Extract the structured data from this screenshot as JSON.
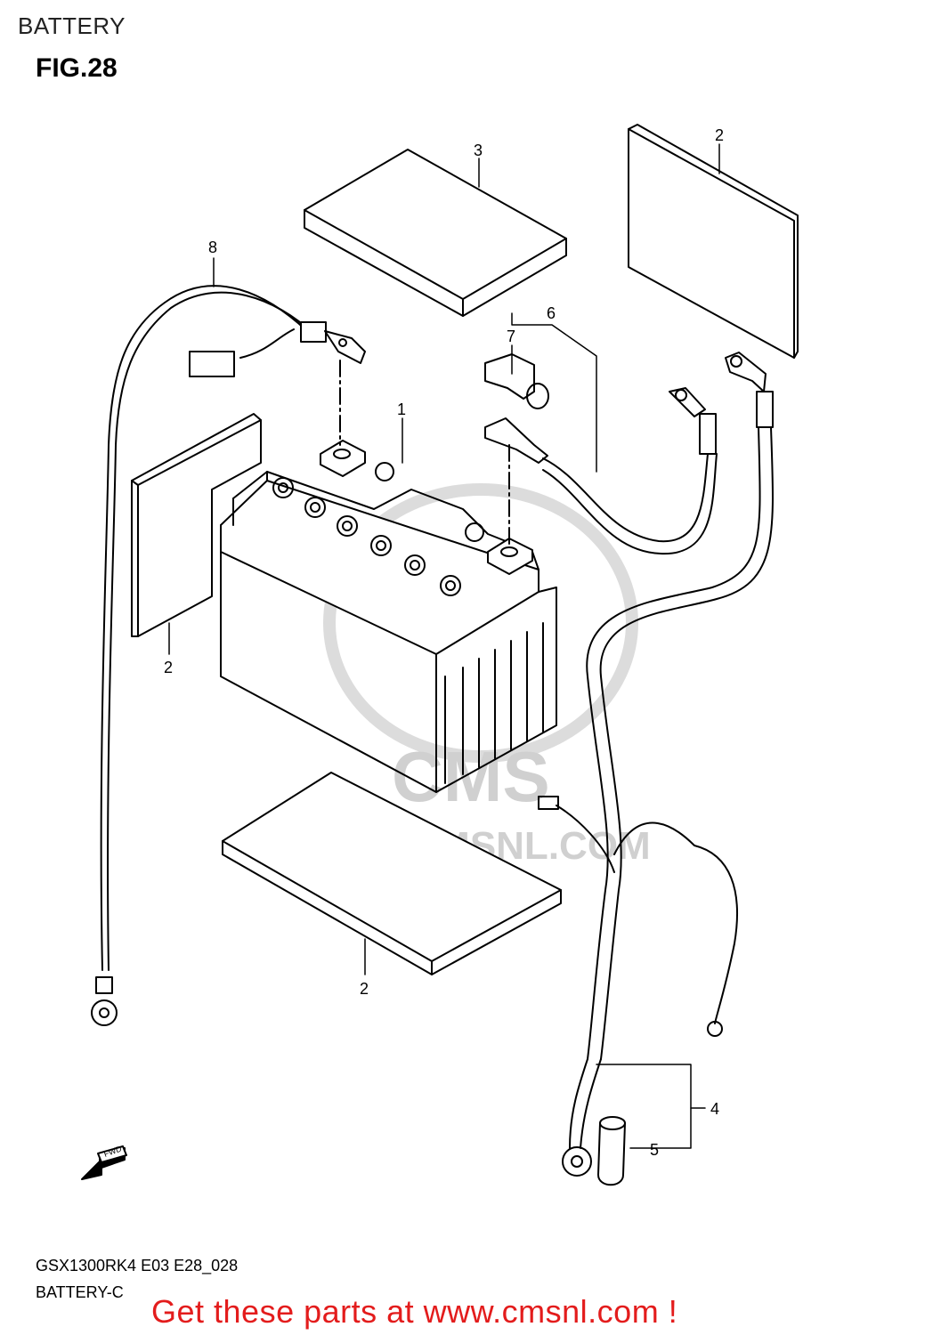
{
  "header": {
    "section_title": "BATTERY",
    "figure_title": "FIG.28"
  },
  "watermark": {
    "logo_text": "CMS",
    "url_text": "WWW.CMSNL.COM"
  },
  "callouts": {
    "c1": "1",
    "c2_top_right": "2",
    "c2_left": "2",
    "c2_bottom": "2",
    "c3": "3",
    "c4": "4",
    "c5": "5",
    "c6": "6",
    "c7": "7",
    "c8": "8"
  },
  "orientation": {
    "label": "FWD"
  },
  "footer": {
    "model_code": "GSX1300RK4 E03 E28_028",
    "sub_code": "BATTERY-C",
    "cta": "Get these parts at www.cmsnl.com !"
  },
  "colors": {
    "line": "#000000",
    "watermark": "#d0d0d0",
    "cta": "#e31c1c"
  }
}
